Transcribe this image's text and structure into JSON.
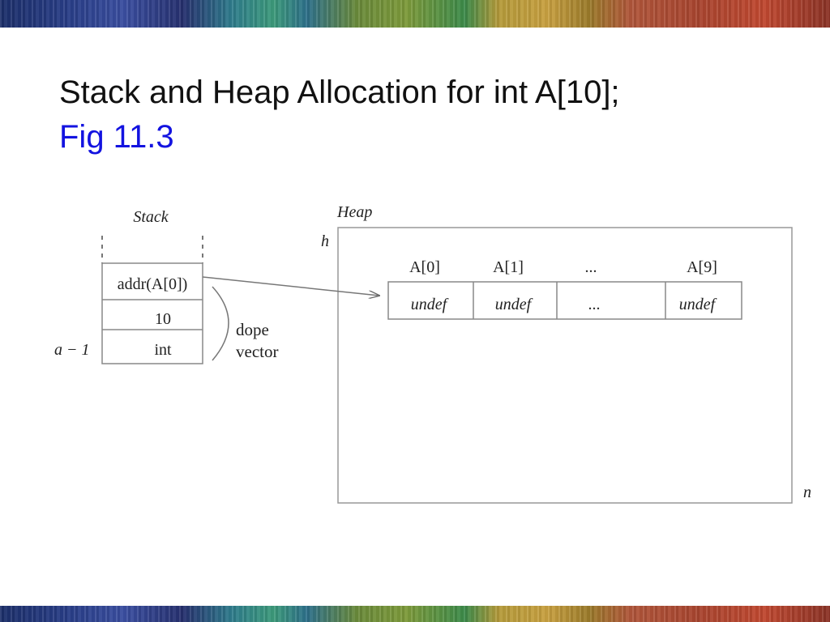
{
  "slide": {
    "title": "Stack and Heap Allocation for int A[10];",
    "subtitle": "Fig 11.3"
  },
  "diagram": {
    "stack_label": "Stack",
    "heap_label": "Heap",
    "heap_top_marker": "h",
    "heap_bottom_marker": "n",
    "stack_side_marker": "a − 1",
    "stack_cells": [
      "addr(A[0])",
      "10",
      "int"
    ],
    "dope_vector_label": [
      "dope",
      "vector"
    ],
    "heap_headers": [
      "A[0]",
      "A[1]",
      "...",
      "A[9]"
    ],
    "heap_cells": [
      "undef",
      "undef",
      "...",
      "undef"
    ]
  }
}
